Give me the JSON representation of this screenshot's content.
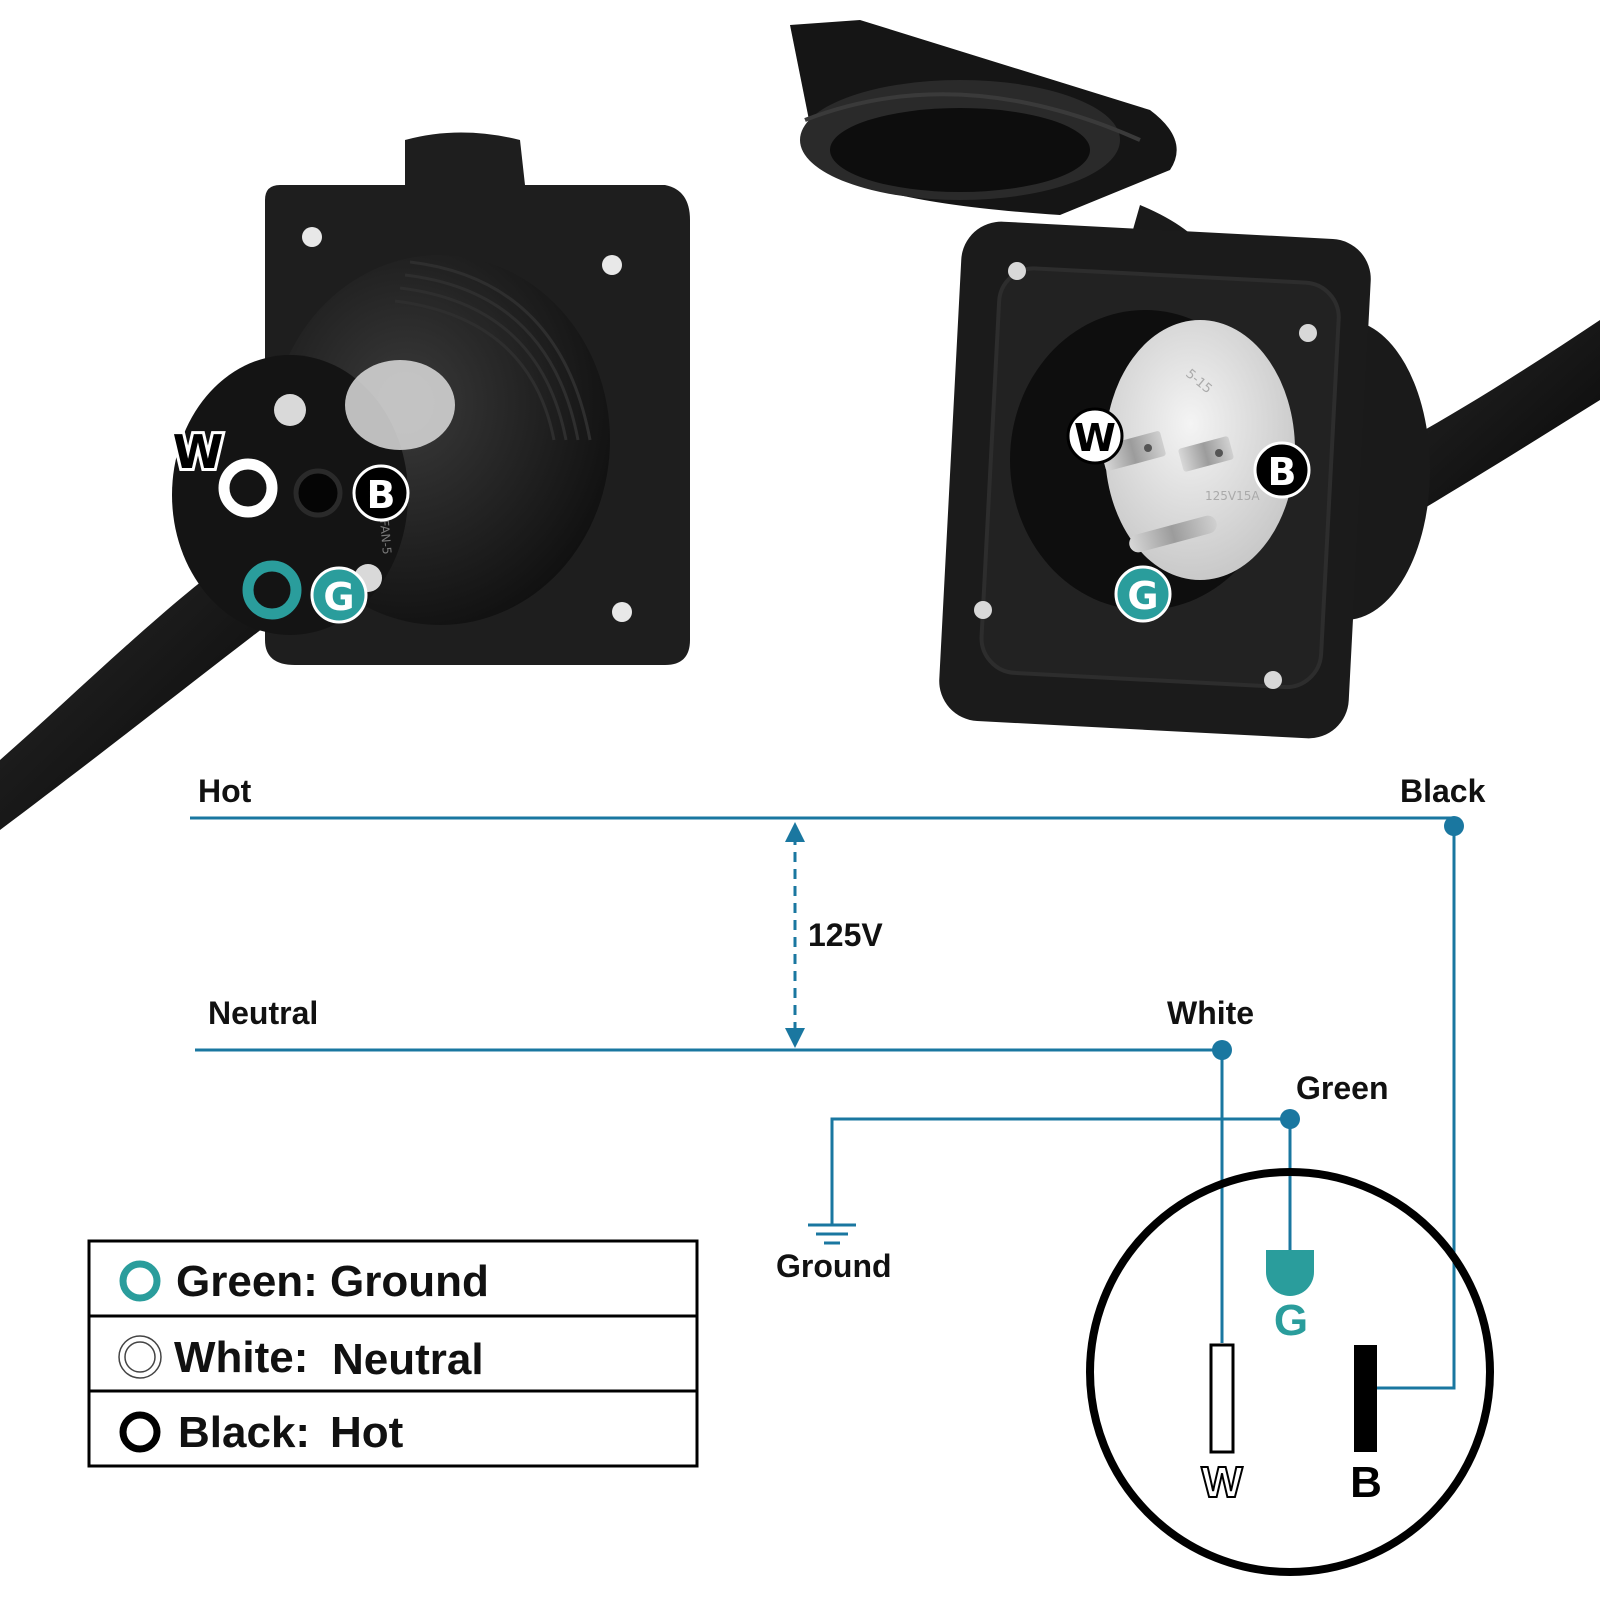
{
  "colors": {
    "wire": "#1a77a0",
    "teal": "#2a9d9c",
    "black": "#000000",
    "white": "#ffffff"
  },
  "photos": {
    "back_view": {
      "labels": {
        "w": "W",
        "b": "B",
        "g": "G"
      },
      "imprint": "FAN-5"
    },
    "front_view": {
      "labels": {
        "w": "W",
        "b": "B",
        "g": "G"
      },
      "imprint_top": "5-15",
      "imprint_mid": "125V15A"
    }
  },
  "diagram": {
    "hot_label": "Hot",
    "neutral_label": "Neutral",
    "black_label": "Black",
    "white_label": "White",
    "green_label": "Green",
    "voltage_label": "125V",
    "ground_label": "Ground",
    "outlet": {
      "w_label": "W",
      "g_label": "G",
      "b_label": "B"
    }
  },
  "legend": {
    "rows": [
      {
        "color_name": "Green:",
        "meaning": "Ground",
        "icon": "green-ring-icon"
      },
      {
        "color_name": "White:",
        "meaning": "Neutral",
        "icon": "white-ring-icon"
      },
      {
        "color_name": "Black:",
        "meaning": "Hot",
        "icon": "black-ring-icon"
      }
    ]
  }
}
